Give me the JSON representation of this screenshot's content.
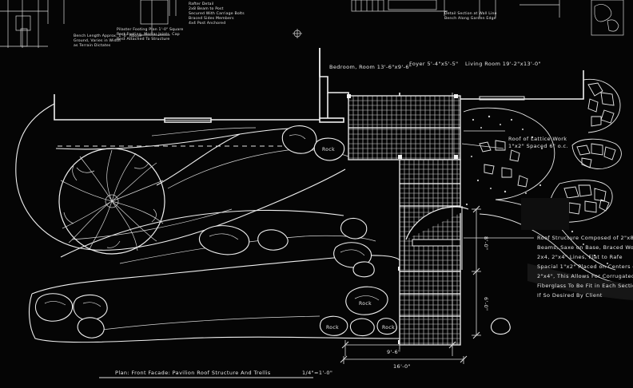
{
  "room_labels": {
    "bedroom": "Bedroom, Room 13'-6\"x9'-6\"",
    "foyer": "Foyer 5'-4\"x5'-5\"",
    "living": "Living Room 19'-2\"x13'-0\""
  },
  "rock_labels": [
    "Rock",
    "Rock",
    "Rock",
    "Rock"
  ],
  "notes": {
    "lattice_line1": "Roof of Lattice Work",
    "lattice_line2": "1\"x2\" Spaced 6\" o.c.",
    "structure": [
      "Roof Structure Composed of 2\"x8\"",
      "Beams, Saxe on Base, Braced Wood",
      "2x4, 2\"x4\" Lines, Flat to Rafe",
      "Spacial 1\"x2\" Placed on Centers of",
      "2\"x4\", This Allows For Corrugated",
      "Fiberglass To Be Fit in Each Section",
      "If So Desired By Client"
    ],
    "top_left_a": [
      "Bench Length Approx. 1'-0\" Above",
      "Ground, Varies in Width",
      "as Terrain Dictates"
    ],
    "top_left_b": [
      "Pilaster Footing Plan 1'-0\" Square",
      "Rest Footing, Mortar Joints, Cap",
      "Rest Attached To Structure"
    ],
    "top_mid": [
      "Rafter Detail",
      "2x8 Beam to Post",
      "Secured With Carriage Bolts",
      "Braced Sides Members",
      "4x4 Post Anchored"
    ],
    "top_right": [
      "Detail Section at Wall Line",
      "Bench Along Garden Edge"
    ]
  },
  "dimensions": {
    "bottom_inner": "9'-6\"",
    "bottom_outer": "16'-0\"",
    "right_a": "8'-0\"",
    "right_b": "6'-0\""
  },
  "title": "Plan: Front Facade: Pavilion Roof Structure And Trellis",
  "scale": "1/4\"=1'-0\""
}
